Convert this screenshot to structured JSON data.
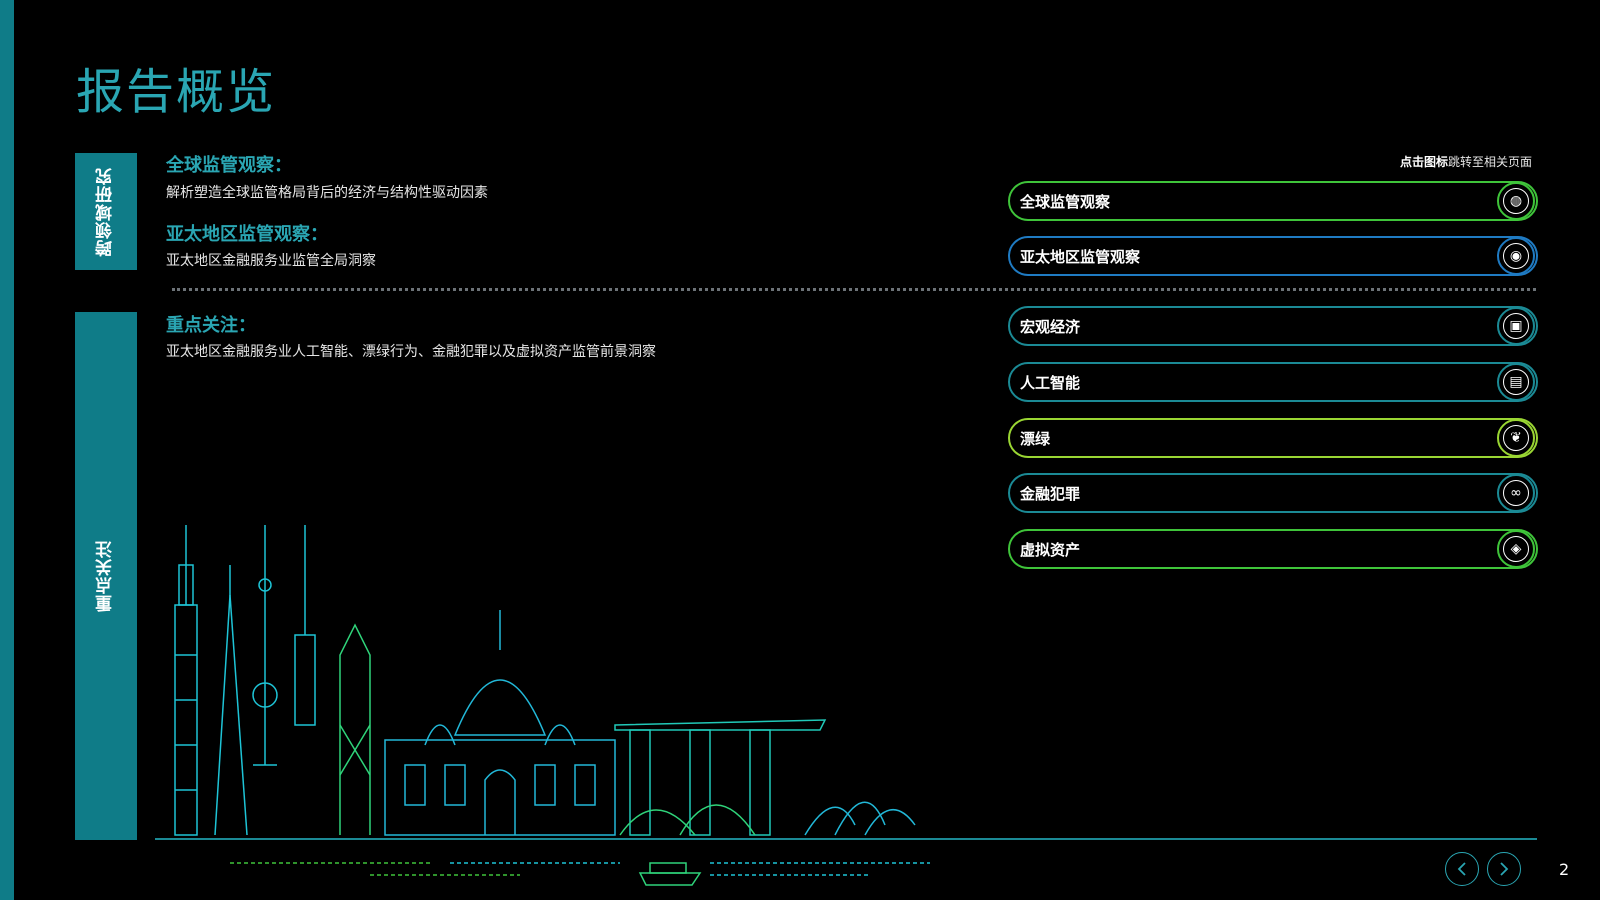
{
  "title": "报告概览",
  "sidebar_blocks": [
    {
      "label": "跨领域研究"
    },
    {
      "label": "重点关注"
    }
  ],
  "sections": [
    {
      "heading": "全球监管观察：",
      "text": "解析塑造全球监管格局背后的经济与结构性驱动因素"
    },
    {
      "heading": "亚太地区监管观察：",
      "text": "亚太地区金融服务业监管全局洞察"
    },
    {
      "heading": "重点关注：",
      "text": "亚太地区金融服务业人工智能、漂绿行为、金融犯罪以及虚拟资产监管前景洞察"
    }
  ],
  "hint": {
    "bold": "点击图标",
    "rest": "跳转至相关页面"
  },
  "topics": [
    {
      "label": "全球监管观察",
      "icon": "globe-icon",
      "glyph": "◍"
    },
    {
      "label": "亚太地区监管观察",
      "icon": "eye-icon",
      "glyph": "◉"
    },
    {
      "label": "宏观经济",
      "icon": "money-icon",
      "glyph": "▣"
    },
    {
      "label": "人工智能",
      "icon": "robot-icon",
      "glyph": "▤"
    },
    {
      "label": "漂绿",
      "icon": "leaf-hand-icon",
      "glyph": "❦"
    },
    {
      "label": "金融犯罪",
      "icon": "handcuffs-icon",
      "glyph": "∞"
    },
    {
      "label": "虚拟资产",
      "icon": "crypto-coin-icon",
      "glyph": "◈"
    }
  ],
  "page_number": "2",
  "colors": {
    "accent": "#0f7c88",
    "teal": "#2aa6b3",
    "green": "#3fc43a",
    "lime": "#9ad633",
    "blue": "#1f7bc3"
  }
}
